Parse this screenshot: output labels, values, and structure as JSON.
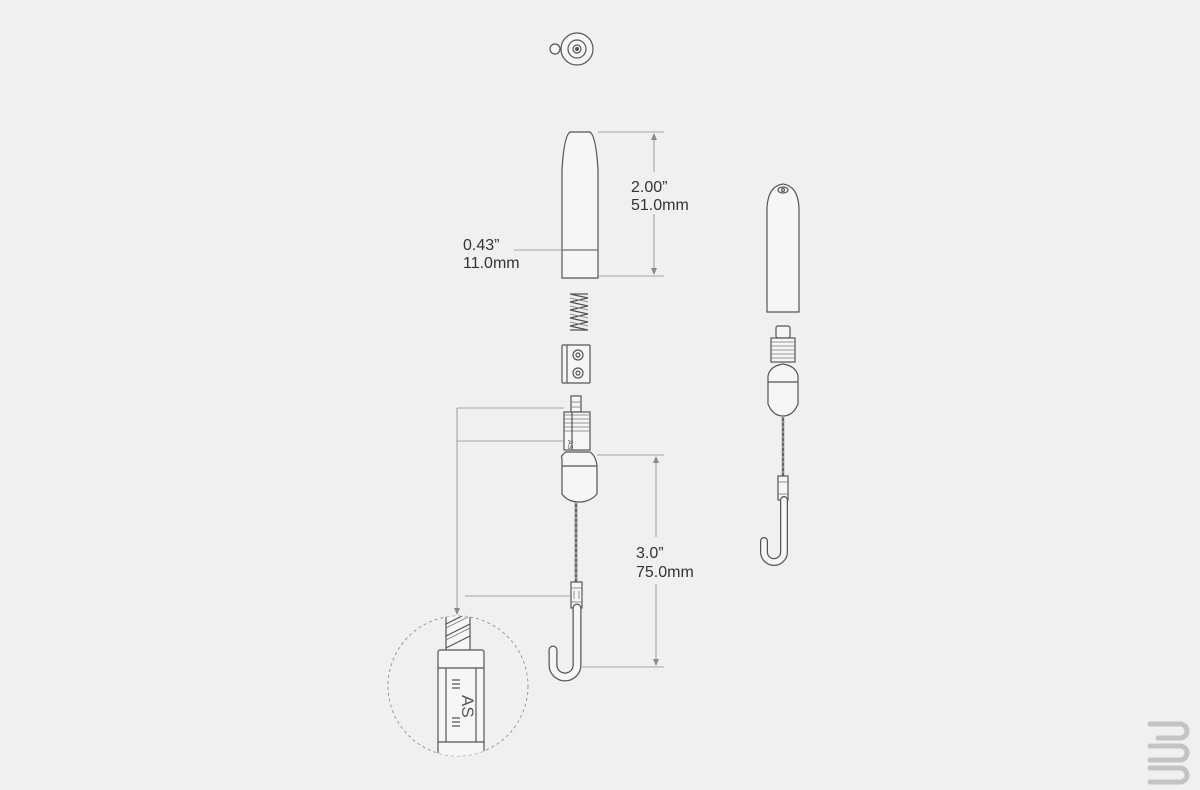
{
  "dimensions": {
    "length_in": "2.00”",
    "length_mm": "51.0mm",
    "diameter_in": "0.43”",
    "diameter_mm": "11.0mm",
    "cable_in": "3.0”",
    "cable_mm": "75.0mm"
  },
  "detail_engraving": "AS",
  "small_engraving": "AS",
  "icons": {
    "brand": "brand-logo-icon"
  },
  "colors": {
    "background": "#f0f0f0",
    "line": "#555555",
    "fill": "#f6f6f6"
  }
}
